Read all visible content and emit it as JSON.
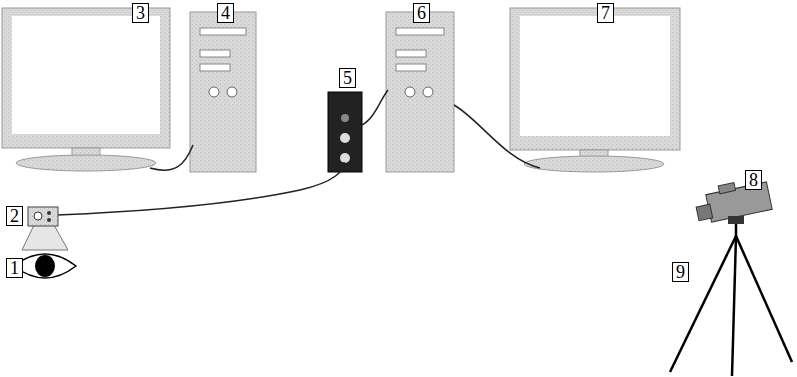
{
  "diagram": {
    "labels": [
      "3",
      "4",
      "6",
      "7",
      "5",
      "2",
      "1",
      "8",
      "9"
    ]
  }
}
